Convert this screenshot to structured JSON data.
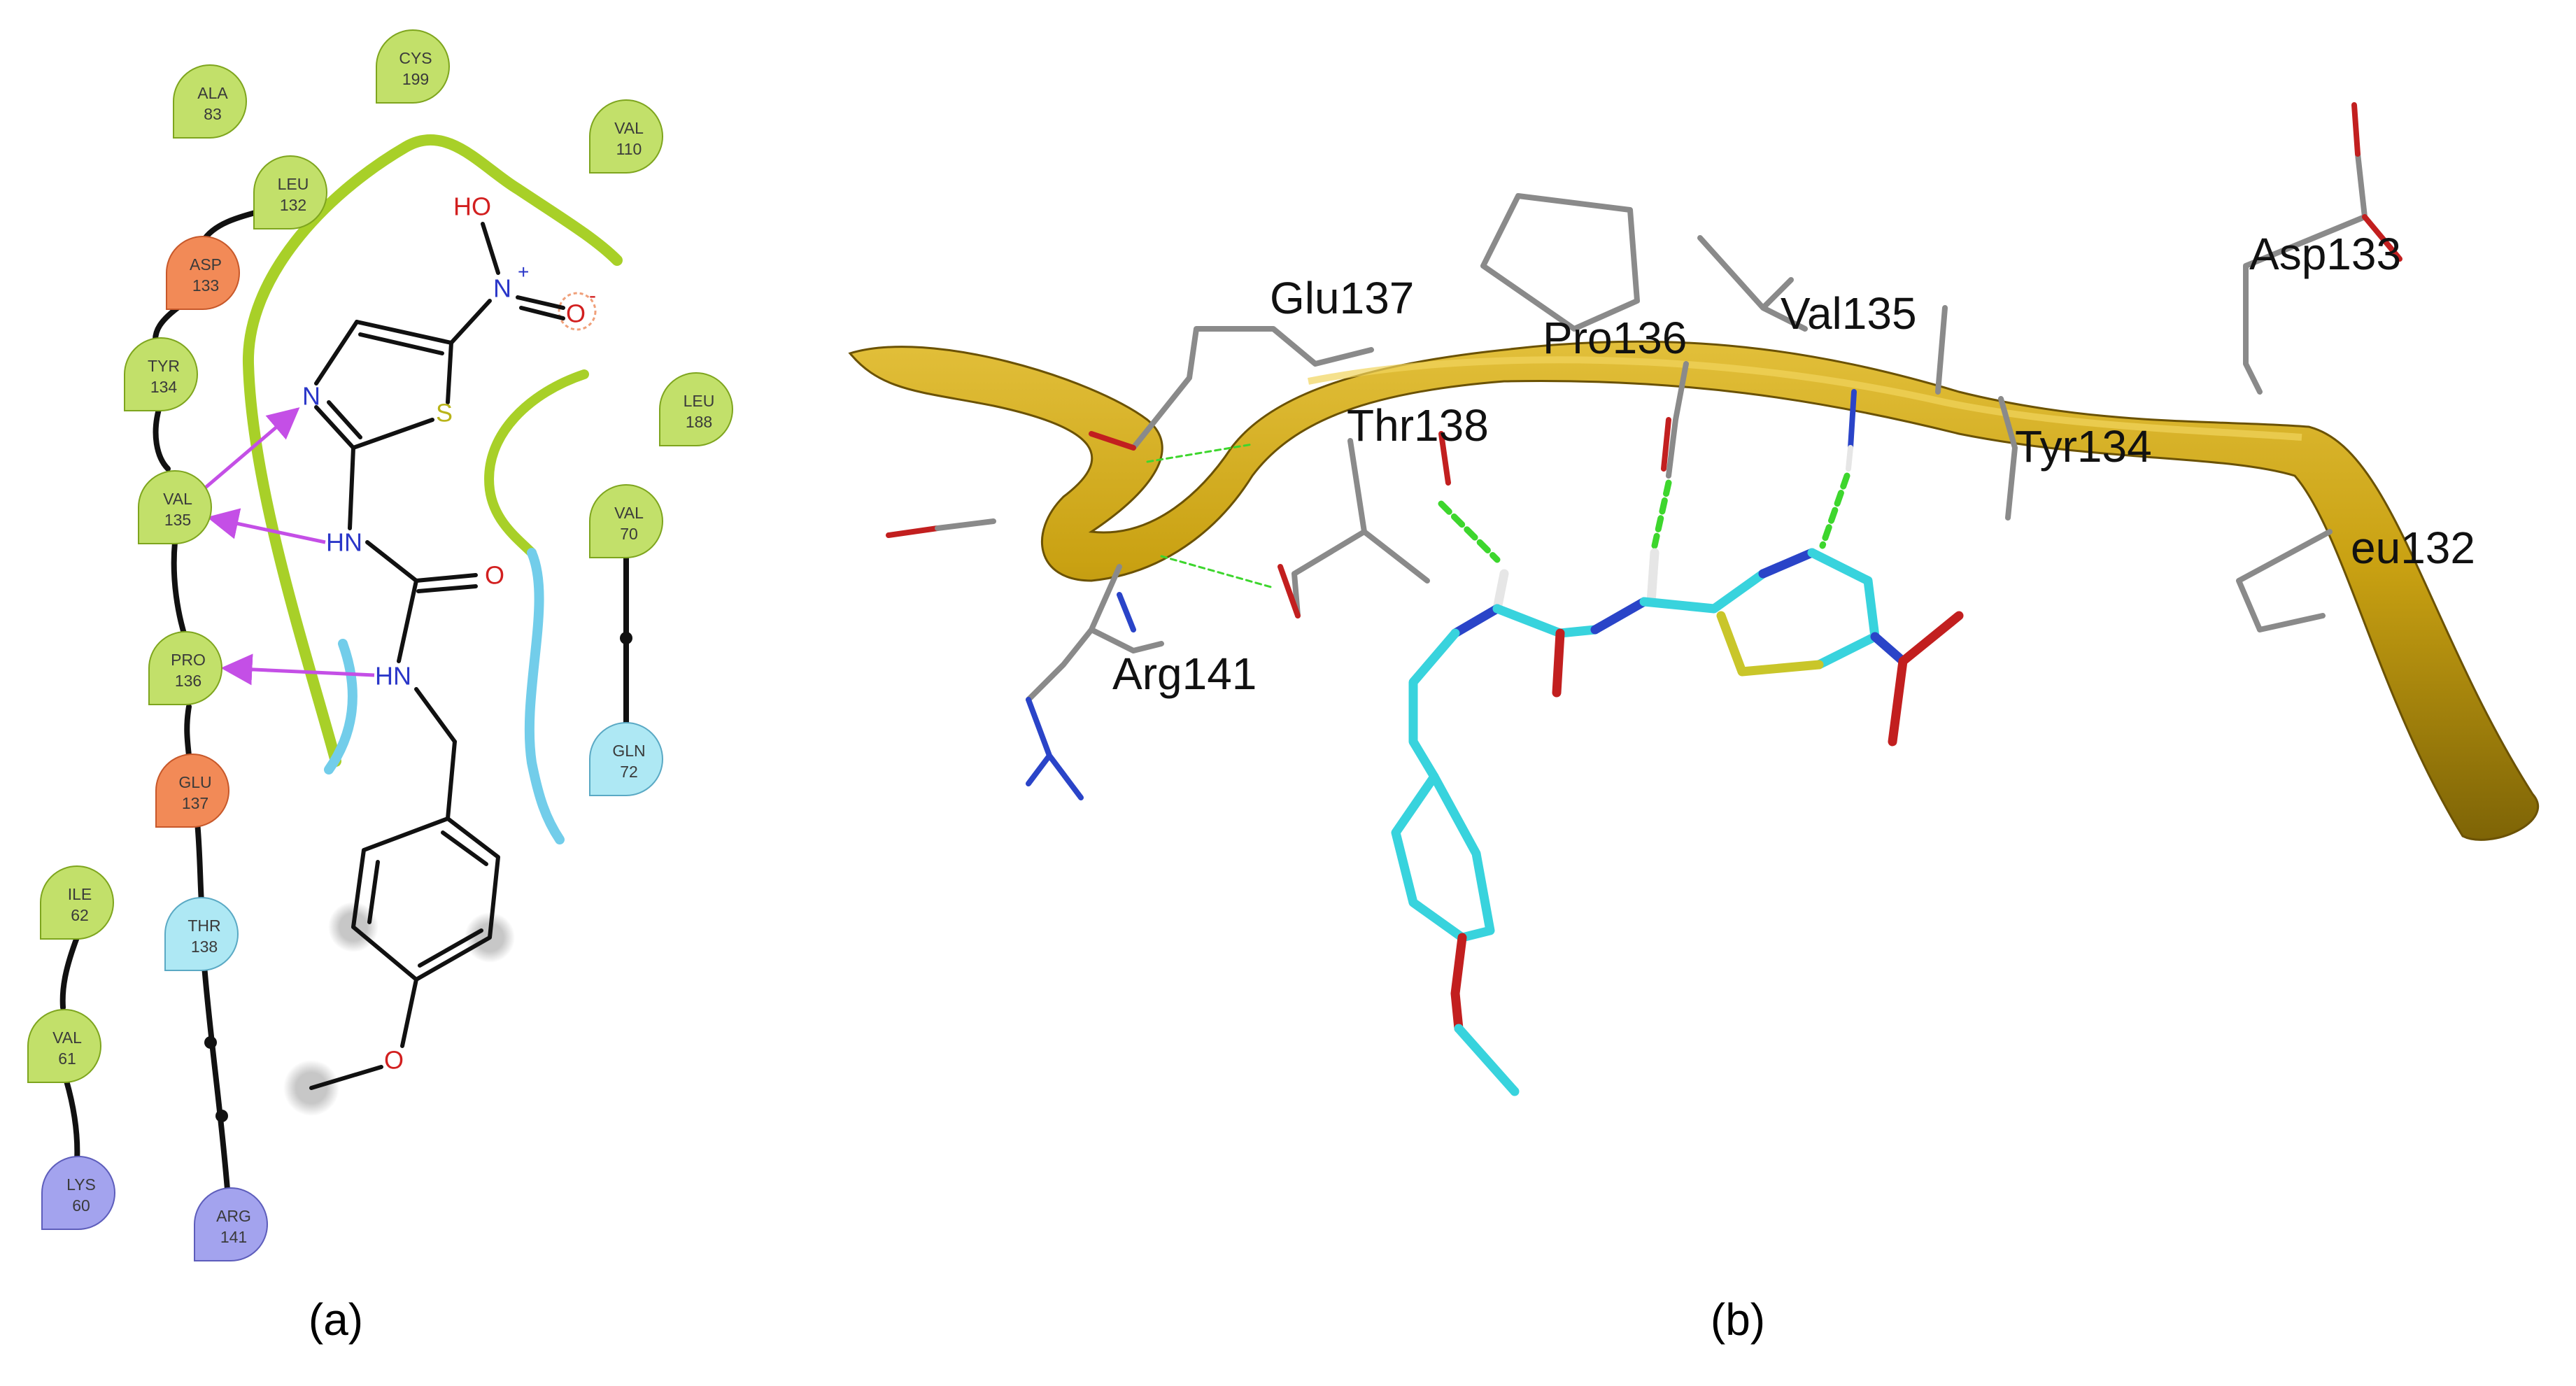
{
  "colors": {
    "hydrophobic": "#c2e06a",
    "negative": "#f28a57",
    "polar": "#aee8f4",
    "positive": "#a3a3ee",
    "hbond_arrow": "#c44fe6",
    "pocket_green": "#a8d028",
    "pocket_blue": "#72cdea",
    "ribbon": "#c9a112",
    "carbon_ligand": "#38d3dd",
    "carbon_protein": "#8a8a8a",
    "nitrogen": "#2a44c8",
    "oxygen": "#c21f1f",
    "sulfur": "#c9c62a",
    "hbond_3d": "#3dd62d"
  },
  "panel_a": {
    "label": "(a)",
    "residues": [
      {
        "name": "ALA",
        "num": "83",
        "kind": "hydrophobic"
      },
      {
        "name": "CYS",
        "num": "199",
        "kind": "hydrophobic"
      },
      {
        "name": "VAL",
        "num": "110",
        "kind": "hydrophobic"
      },
      {
        "name": "LEU",
        "num": "132",
        "kind": "hydrophobic"
      },
      {
        "name": "ASP",
        "num": "133",
        "kind": "negative"
      },
      {
        "name": "TYR",
        "num": "134",
        "kind": "hydrophobic"
      },
      {
        "name": "LEU",
        "num": "188",
        "kind": "hydrophobic"
      },
      {
        "name": "VAL",
        "num": "135",
        "kind": "hydrophobic"
      },
      {
        "name": "VAL",
        "num": "70",
        "kind": "hydrophobic"
      },
      {
        "name": "PRO",
        "num": "136",
        "kind": "hydrophobic"
      },
      {
        "name": "GLN",
        "num": "72",
        "kind": "polar"
      },
      {
        "name": "GLU",
        "num": "137",
        "kind": "negative"
      },
      {
        "name": "ILE",
        "num": "62",
        "kind": "hydrophobic"
      },
      {
        "name": "THR",
        "num": "138",
        "kind": "polar"
      },
      {
        "name": "VAL",
        "num": "61",
        "kind": "hydrophobic"
      },
      {
        "name": "LYS",
        "num": "60",
        "kind": "positive"
      },
      {
        "name": "ARG",
        "num": "141",
        "kind": "positive"
      }
    ],
    "atoms": {
      "ho": "HO",
      "n_plus": "N",
      "plus": "+",
      "o_minus": "O",
      "minus": "-",
      "n_ring": "N",
      "s_ring": "S",
      "hn1": "HN",
      "hn2": "HN",
      "o_carbonyl": "O",
      "o_ether": "O"
    }
  },
  "panel_b": {
    "label": "(b)",
    "residue_labels": [
      "Asp133",
      "Glu137",
      "Pro136",
      "Val135",
      "Thr138",
      "Tyr134",
      "Arg141",
      "eu132"
    ]
  }
}
